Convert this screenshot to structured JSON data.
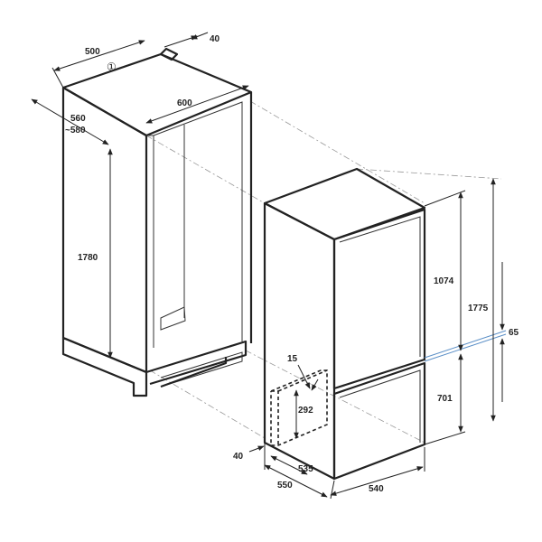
{
  "labels": {
    "top_width": "500",
    "top_vent": "40",
    "top_mark": "①",
    "niche_width": "600",
    "niche_depth": "560\n~580",
    "niche_depth_line1": "560",
    "niche_depth_line2": "~580",
    "niche_height": "1780",
    "upper_door": "1074",
    "total_height": "1775",
    "door_gap": "65",
    "lower_door": "701",
    "hinge_offset": "15",
    "hinge_height": "292",
    "side_gap": "40",
    "base_depth_inner": "535",
    "base_depth": "550",
    "base_width": "540"
  },
  "colors": {
    "outline": "#222222",
    "projection": "#999999",
    "door_gap_accent": "#5b8fc7"
  }
}
